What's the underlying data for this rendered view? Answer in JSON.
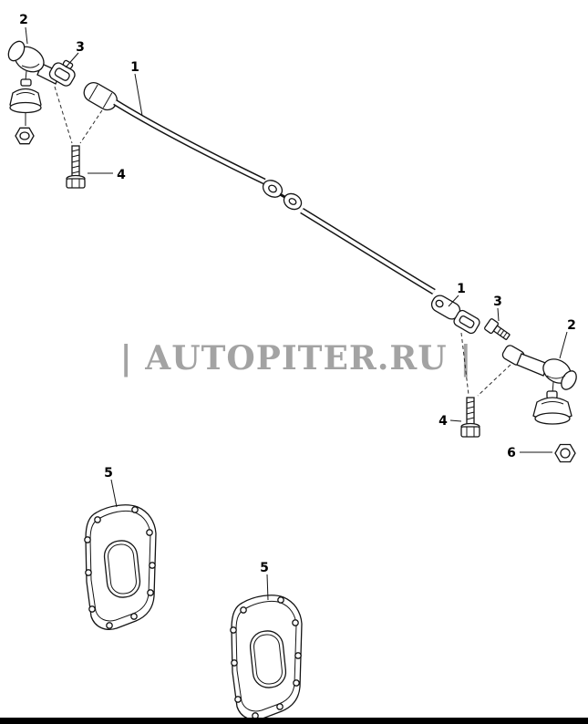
{
  "page": {
    "background": "#ffffff",
    "footer_bar_color": "#000000",
    "line_color": "#141414"
  },
  "watermark": {
    "text": "| AUTOPITER.RU |",
    "color": "#9c9c9c"
  },
  "labels": {
    "left_tie_rod_end": "2",
    "left_clamp": "3",
    "left_rod": "1",
    "left_bolt": "4",
    "right_rod": "1",
    "right_clamp_bolt": "3",
    "right_tie_rod_end": "2",
    "right_bolt": "4",
    "right_nut": "6",
    "cover_left": "5",
    "cover_center": "5"
  }
}
